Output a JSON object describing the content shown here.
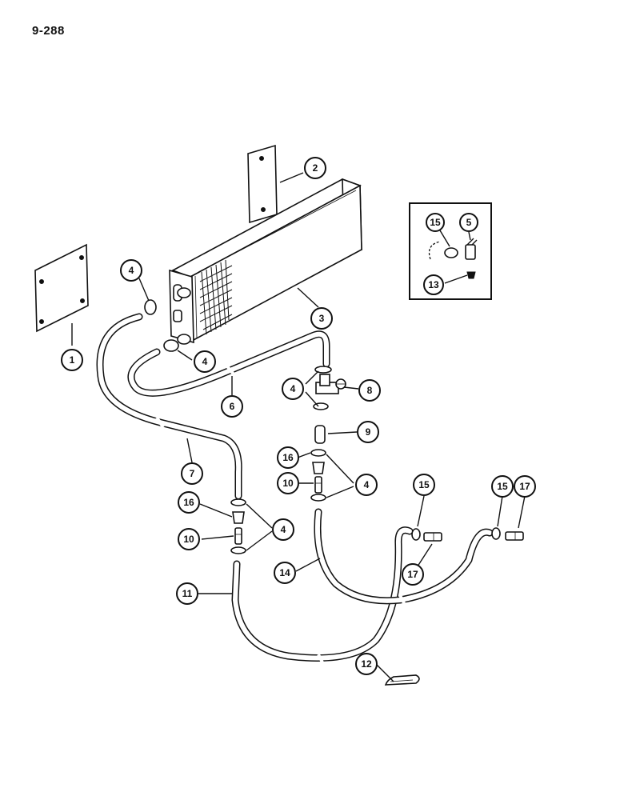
{
  "page": {
    "number": "9-288"
  },
  "callouts": {
    "c1": "1",
    "c2": "2",
    "c3": "3",
    "c4a": "4",
    "c4b": "4",
    "c4c": "4",
    "c4d": "4",
    "c4e": "4",
    "c5": "5",
    "c6": "6",
    "c7": "7",
    "c8": "8",
    "c9": "9",
    "c10a": "10",
    "c10b": "10",
    "c11": "11",
    "c12": "12",
    "c13": "13",
    "c14": "14",
    "c15a": "15",
    "c15b": "15",
    "c15c": "15",
    "c16a": "16",
    "c16b": "16",
    "c17a": "17",
    "c17b": "17"
  }
}
